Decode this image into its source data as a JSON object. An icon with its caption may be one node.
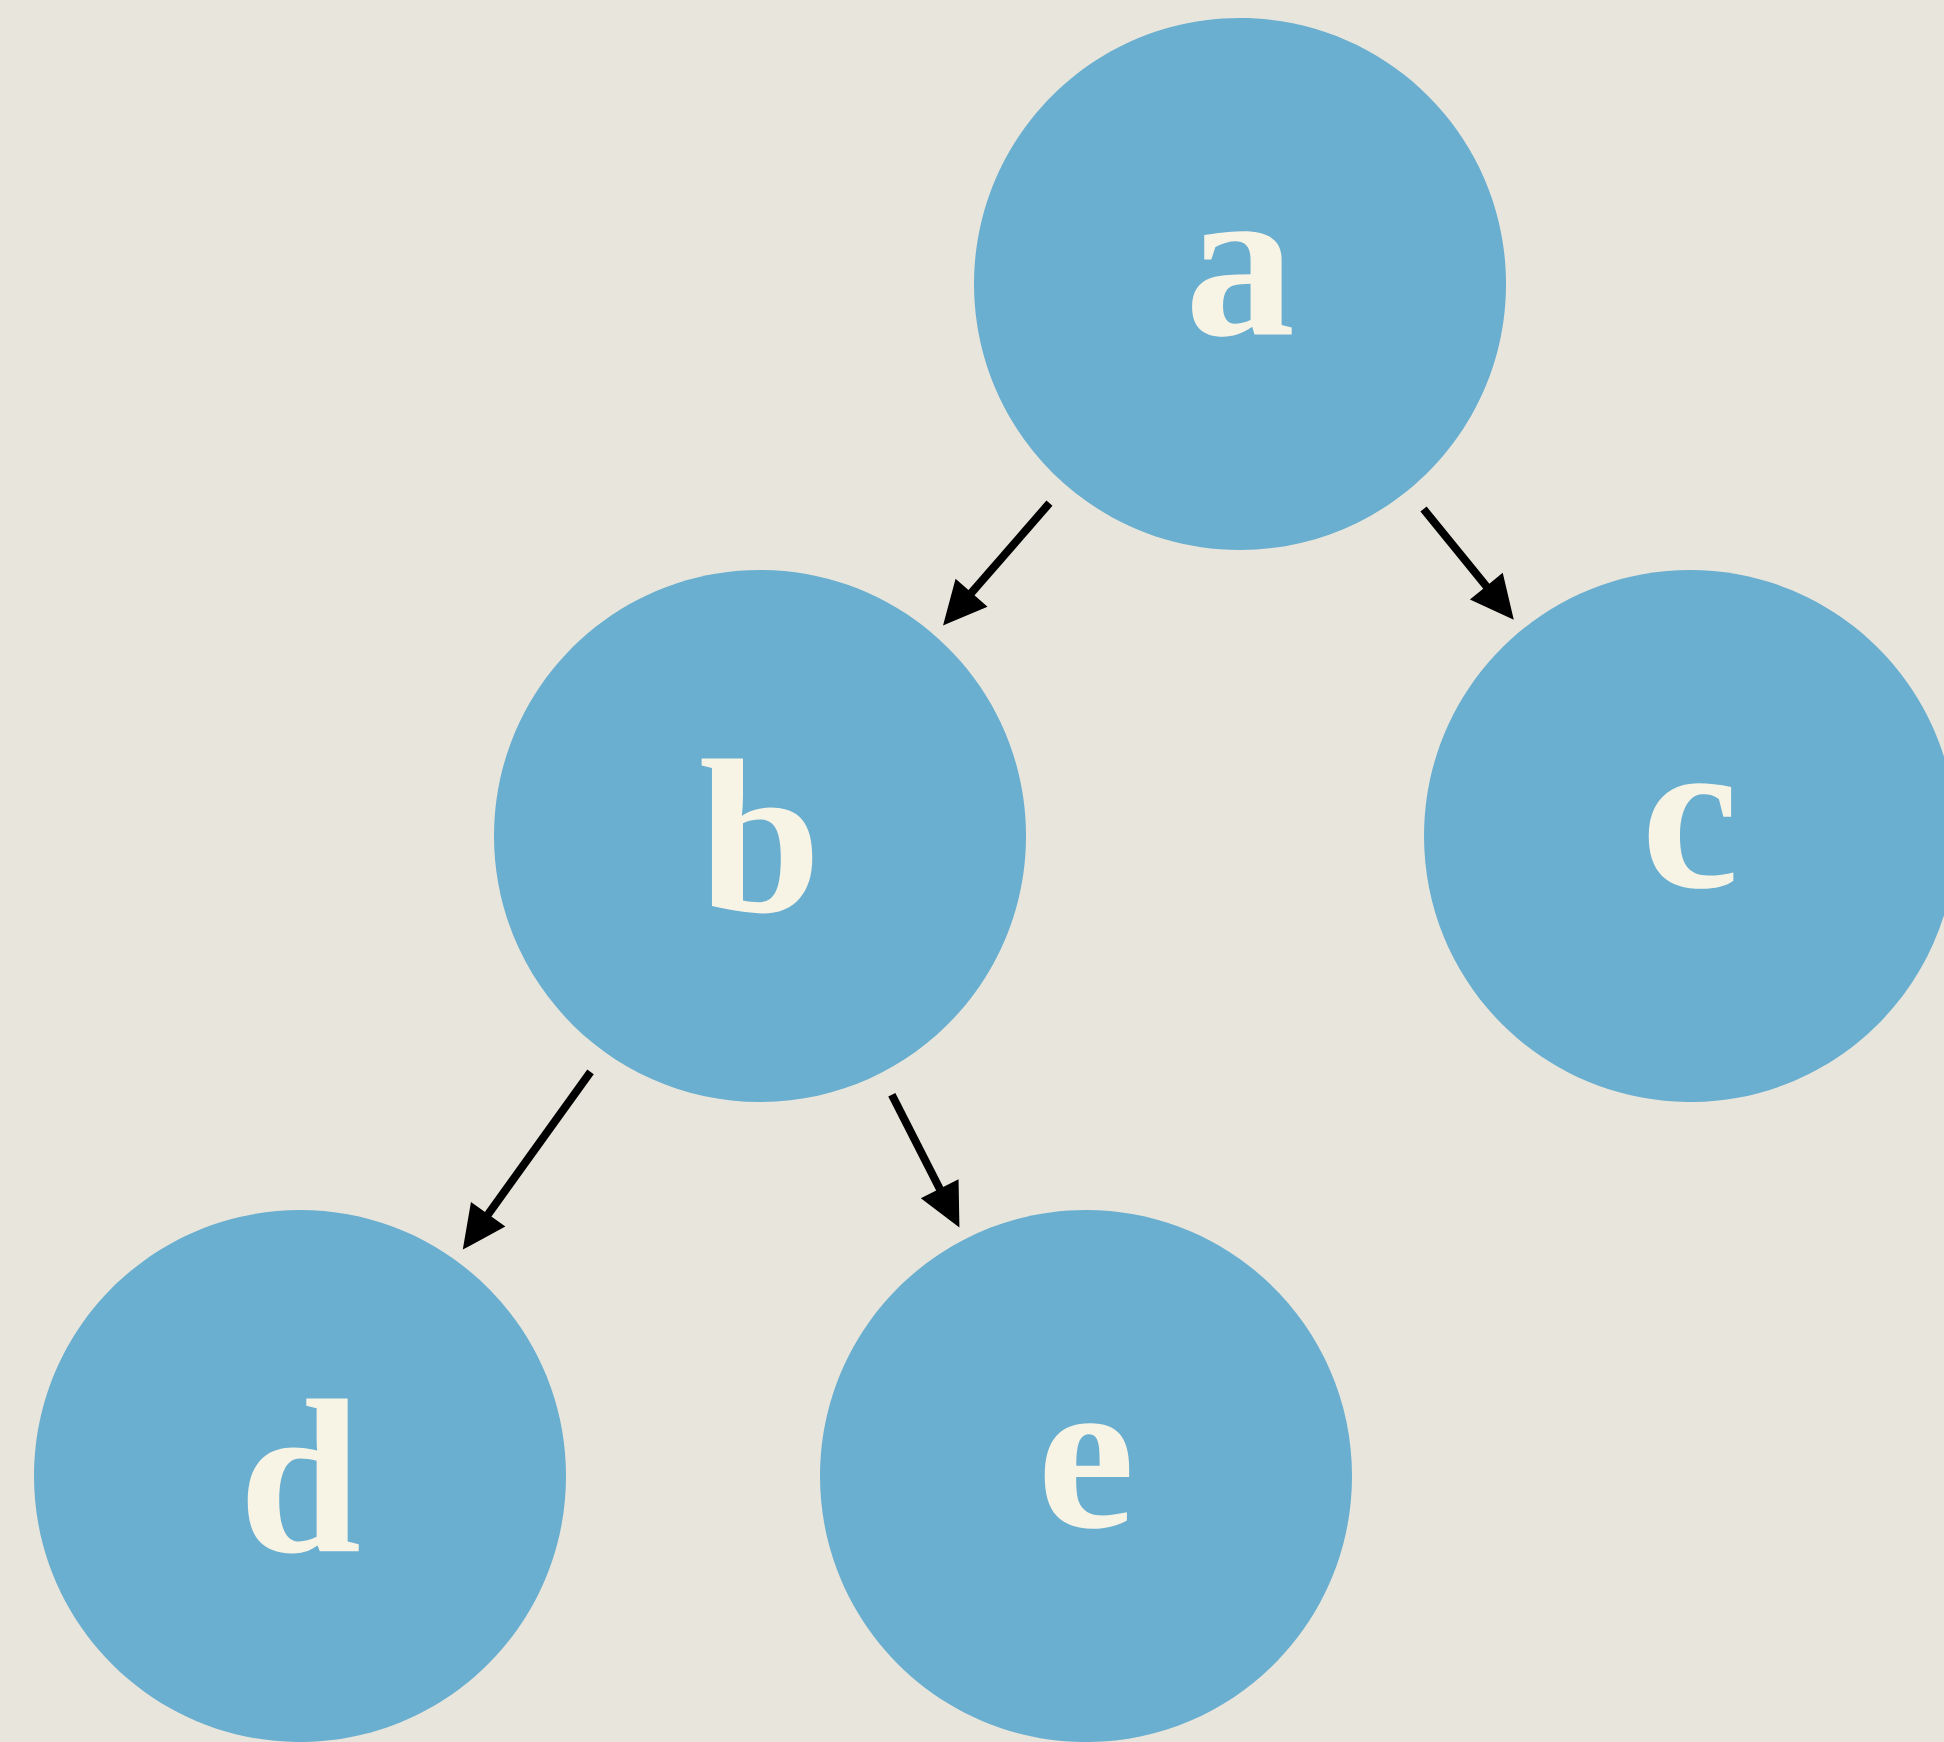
{
  "diagram": {
    "nodes": [
      {
        "text": [
          "a"
        ]
      },
      {
        "text": [
          "b"
        ]
      },
      {
        "text": [
          "c"
        ]
      },
      {
        "text": [
          "d"
        ]
      },
      {
        "text": [
          "e"
        ]
      }
    ],
    "edges": [
      {
        "from": 0,
        "to": 1,
        "arrow": "to"
      },
      {
        "from": 0,
        "to": 2,
        "arrow": "to"
      },
      {
        "from": 1,
        "to": 3,
        "arrow": "to"
      },
      {
        "from": 1,
        "to": 4,
        "arrow": "to"
      }
    ]
  }
}
